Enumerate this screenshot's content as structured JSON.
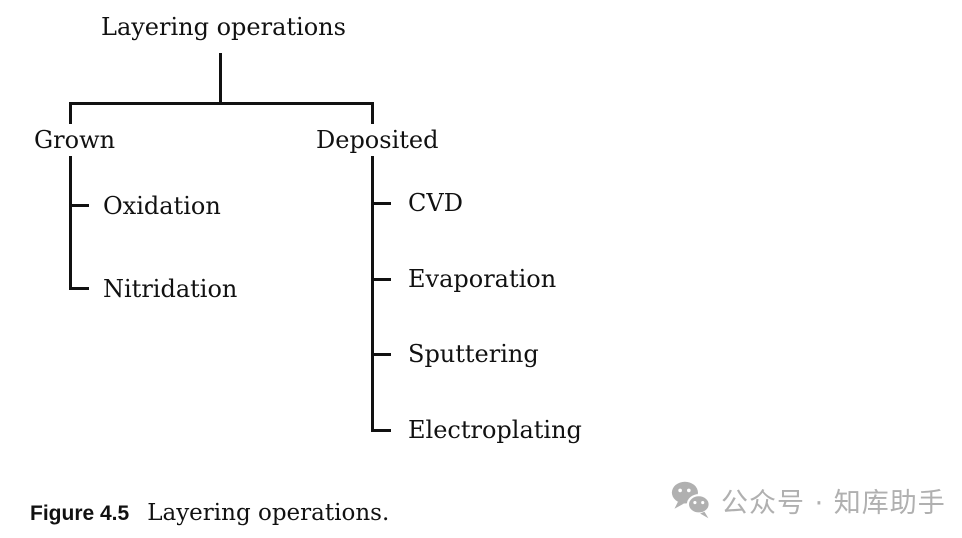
{
  "diagram": {
    "root": "Layering operations",
    "branches": [
      {
        "label": "Grown",
        "children": [
          "Oxidation",
          "Nitridation"
        ]
      },
      {
        "label": "Deposited",
        "children": [
          "CVD",
          "Evaporation",
          "Sputtering",
          "Electroplating"
        ]
      }
    ]
  },
  "caption": {
    "figure_label": "Figure 4.5",
    "text": "Layering operations."
  },
  "watermark": {
    "icon": "wechat-icon",
    "text": "公众号 · 知库助手",
    "color": "#b0b0b0"
  },
  "colors": {
    "line": "#111111",
    "text": "#111111",
    "background": "#ffffff"
  }
}
